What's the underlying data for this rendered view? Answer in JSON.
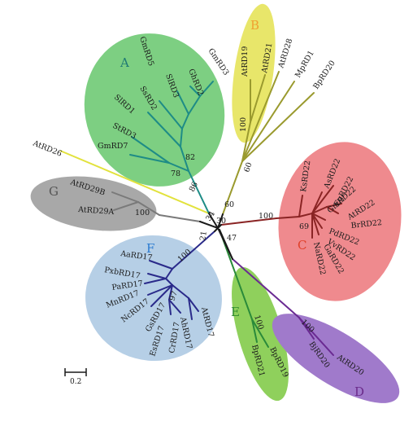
{
  "clades": {
    "A": {
      "label": "A",
      "color": "#1f7a74",
      "fill": "#7dcf82"
    },
    "B": {
      "label": "B",
      "color": "#f0a030",
      "fill": "#e8e66a"
    },
    "C": {
      "label": "C",
      "color": "#e0402a",
      "fill": "#ef8a8e"
    },
    "D": {
      "label": "D",
      "color": "#6a2a8a",
      "fill": "#a07acb"
    },
    "E": {
      "label": "E",
      "color": "#2e8a2e",
      "fill": "#8fd05c"
    },
    "F": {
      "label": "F",
      "color": "#2a7ad0",
      "fill": "#b6cfe6"
    },
    "G": {
      "label": "G",
      "color": "#555555",
      "fill": "#a8a8a8"
    }
  },
  "leaves": {
    "GmRD5": "GmRD5",
    "SsRD2": "SsRD2",
    "SlRD3": "SlRD3",
    "GhRD2": "GhRD2",
    "GmRD3": "GmRD3",
    "SlRD1": "SlRD1",
    "StRD3": "StRD3",
    "GmRD7": "GmRD7",
    "AtRD19": "AtRD19",
    "AtRD21": "AtRD21",
    "AtRD28": "AtRD28",
    "MpRD1": "MpRD1",
    "BpRD20": "BpRD20",
    "AtRD26": "AtRD26",
    "AtRD29B": "AtRD29B",
    "AtRD29A": "AtRD29A",
    "KsRD22": "KsRD22",
    "AsRD22": "AsRD22",
    "EgRD22": "EgRD22",
    "GmRD22": "GmRD22",
    "AtRD22": "AtRD22",
    "BrRD22": "BrRD22",
    "PdRD22": "PdRD22",
    "VvRD22": "VvRD22",
    "GaRD22": "GaRD22",
    "NaRD22": "NaRD22",
    "AaRD17": "AaRD17",
    "PxbRD17": "PxbRD17",
    "PaRD17": "PaRD17",
    "MnRD17": "MnRD17",
    "NcRD17": "NcRD17",
    "GsRD17": "GsRD17",
    "EsRD17": "EsRD17",
    "CrRD17": "CrRD17",
    "AhRD17": "AhRD17",
    "AtRD17": "AtRD17",
    "BpRD21": "BpRD21",
    "BpRD19": "BpRD19",
    "BjRD20": "BjRD20",
    "AtRD20": "AtRD20"
  },
  "bootstrap": {
    "b100_B": "100",
    "b60_B": "60",
    "b82": "82",
    "b78": "78",
    "b86": "86",
    "b60_root": "60",
    "b34": "34",
    "b30": "30",
    "b21": "21",
    "b47": "47",
    "b100_G": "100",
    "b100_C": "100",
    "b69": "69",
    "b100_F": "100",
    "b97": "97",
    "b100_E": "100",
    "b100_D": "100"
  },
  "colors": {
    "branch_A": "#1e8c86",
    "branch_B": "#9a9a2e",
    "branch_C": "#8a2424",
    "branch_D": "#6a2a92",
    "branch_E": "#2a8a3a",
    "branch_F": "#2a2a8a",
    "branch_G": "#7a7a7a",
    "branch_AtRD26": "#e2e23c",
    "root": "#1a1a1a"
  },
  "scale": {
    "label": "0.2"
  }
}
